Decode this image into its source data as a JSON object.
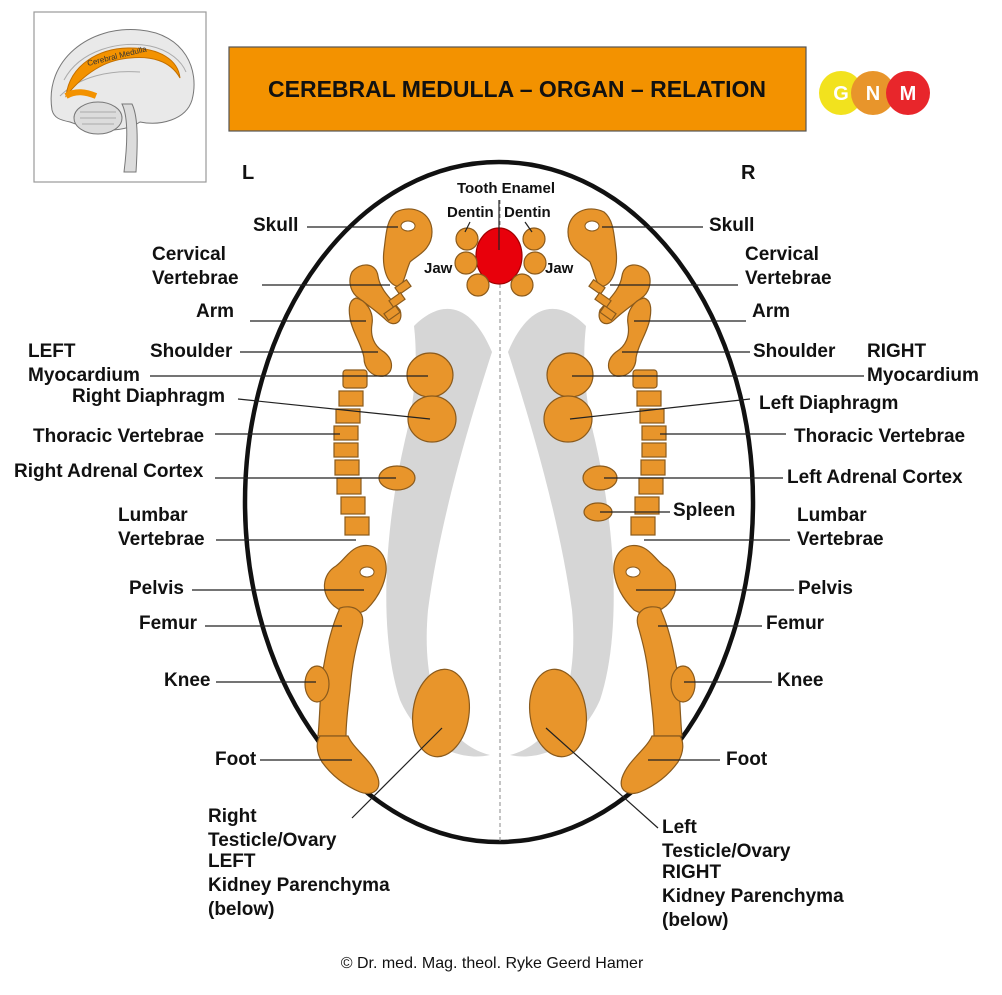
{
  "header": {
    "title": "CEREBRAL MEDULLA – ORGAN – RELATION",
    "thumbnail_label": "Cerebral Medulla",
    "logo": {
      "letters": [
        "G",
        "N",
        "M"
      ],
      "colors": [
        "#F2E21E",
        "#E8952B",
        "#E8262B"
      ]
    }
  },
  "colors": {
    "accent": "#F39200",
    "organ": "#E8952B",
    "tooth": "#E8000B",
    "ventricle": "#D6D6D6"
  },
  "sides": {
    "left": "L",
    "right": "R"
  },
  "top_labels": {
    "tooth_enamel": "Tooth Enamel",
    "dentin_left": "Dentin",
    "dentin_right": "Dentin",
    "jaw_left": "Jaw",
    "jaw_right": "Jaw"
  },
  "left_labels": {
    "skull": "Skull",
    "cervical_1": "Cervical",
    "cervical_2": "Vertebrae",
    "arm": "Arm",
    "myocardium_1": "LEFT",
    "myocardium_2": "Myocardium",
    "shoulder": "Shoulder",
    "diaphragm": "Right Diaphragm",
    "thoracic": "Thoracic Vertebrae",
    "adrenal": "Right Adrenal Cortex",
    "lumbar_1": "Lumbar",
    "lumbar_2": "Vertebrae",
    "pelvis": "Pelvis",
    "femur": "Femur",
    "knee": "Knee",
    "foot": "Foot",
    "testicle_1": "Right",
    "testicle_2": "Testicle/Ovary",
    "testicle_3": "LEFT",
    "testicle_4": "Kidney Parenchyma",
    "testicle_5": "(below)"
  },
  "right_labels": {
    "skull": "Skull",
    "cervical_1": "Cervical",
    "cervical_2": "Vertebrae",
    "arm": "Arm",
    "shoulder": "Shoulder",
    "myocardium_1": "RIGHT",
    "myocardium_2": "Myocardium",
    "diaphragm": "Left Diaphragm",
    "thoracic": "Thoracic Vertebrae",
    "adrenal": "Left Adrenal Cortex",
    "spleen": "Spleen",
    "lumbar_1": "Lumbar",
    "lumbar_2": "Vertebrae",
    "pelvis": "Pelvis",
    "femur": "Femur",
    "knee": "Knee",
    "foot": "Foot",
    "testicle_1": "Left",
    "testicle_2": "Testicle/Ovary",
    "testicle_3": "RIGHT",
    "testicle_4": "Kidney Parenchyma",
    "testicle_5": "(below)"
  },
  "footer": {
    "copyright": "© Dr. med. Mag. theol. Ryke Geerd Hamer"
  }
}
